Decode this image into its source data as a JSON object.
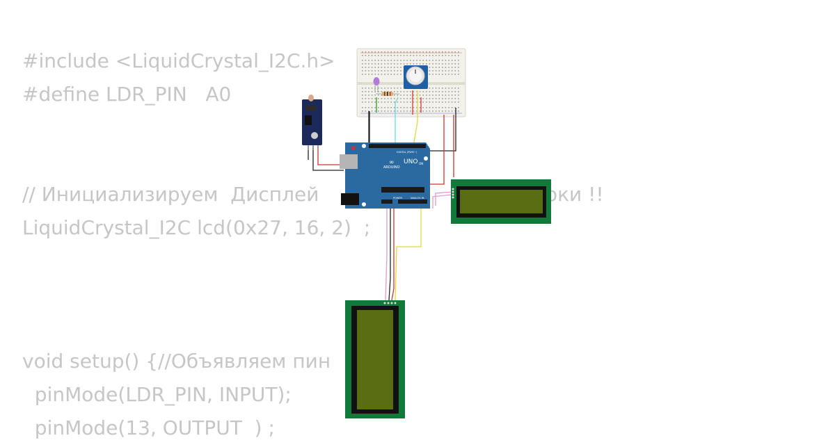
{
  "code_lines": [
    "#include <LiquidCrystal_I2C.h>",
    "#define LDR_PIN   A0",
    "// Инициализируем  Дисплей",
    "LiquidCrystal_I2C lcd(0x27, 16, 2)  ;",
    "void setup() {//Объявляем пин",
    "  pinMode(LDR_PIN, INPUT);",
    "  pinMode(13, OUTPUT  ) ;"
  ],
  "code_overflow_fragment": "оки !!",
  "arduino": {
    "brand": "ARDUINO",
    "model": "UNO",
    "digital_label": "DIGITAL (PWM~)",
    "power_label": "POWER",
    "analog_label": "ANALOG IN",
    "on_label": "ON"
  },
  "colors": {
    "code_text": "#c6c6c6",
    "board_blue": "#2a6aa0",
    "lcd_pcb": "#0f7a3a",
    "lcd_screen": "#5a6d12",
    "sensor_blue": "#1b2a5a",
    "breadboard": "#f2f1ea",
    "pot_blue": "#1f5fa3"
  },
  "components": [
    "breadboard",
    "potentiometer",
    "led-purple",
    "resistor",
    "ldr-sensor-module",
    "arduino-uno",
    "lcd-1602-horizontal",
    "lcd-1602-vertical"
  ]
}
